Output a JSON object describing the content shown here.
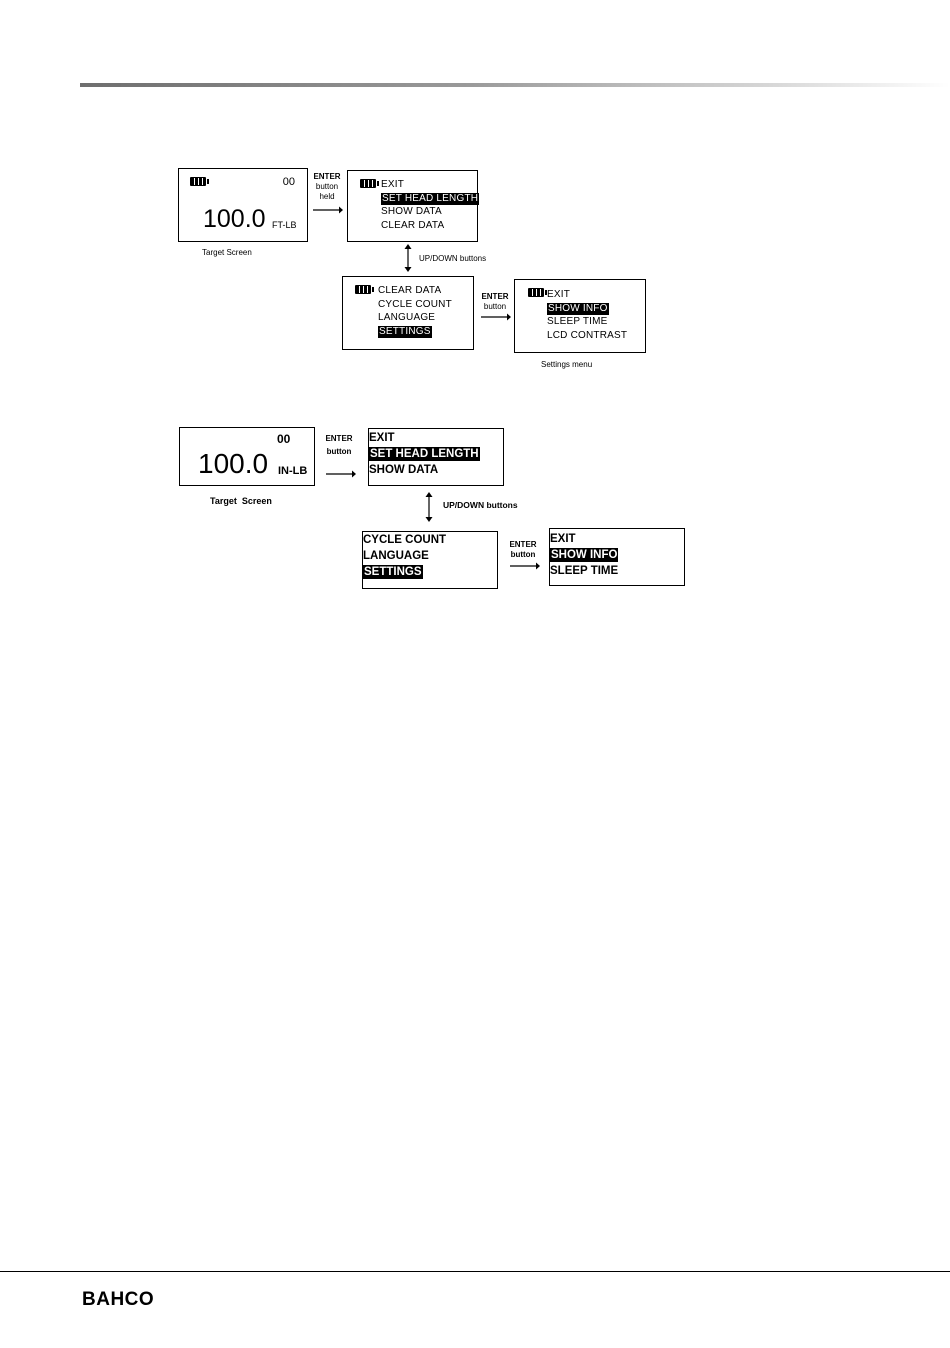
{
  "diagram1": {
    "target": {
      "battery": "battery-icon",
      "count": "00",
      "value": "100.0",
      "unit": "FT-LB",
      "caption": "Target Screen"
    },
    "arrow1": {
      "line1": "ENTER",
      "line2": "button",
      "line3": "held"
    },
    "menu_a": {
      "items": [
        "EXIT",
        "SET HEAD LENGTH",
        "SHOW DATA",
        "CLEAR DATA"
      ],
      "selected": "SET HEAD LENGTH"
    },
    "updown": {
      "label": "UP/DOWN buttons"
    },
    "menu_b": {
      "items": [
        "CLEAR DATA",
        "CYCLE COUNT",
        "LANGUAGE",
        "SETTINGS"
      ],
      "selected": "SETTINGS"
    },
    "arrow2": {
      "line1": "ENTER",
      "line2": "button"
    },
    "menu_c": {
      "items": [
        "EXIT",
        "SHOW INFO",
        "SLEEP TIME",
        "LCD CONTRAST"
      ],
      "selected": "SHOW INFO",
      "caption": "Settings menu"
    }
  },
  "diagram2": {
    "target": {
      "count": "00",
      "value": "100.0",
      "unit": "IN-LB",
      "caption": "Target  Screen"
    },
    "arrow1": {
      "line1": "ENTER",
      "line2": "button"
    },
    "menu_a": {
      "items": [
        "EXIT",
        "SET HEAD LENGTH",
        "SHOW DATA"
      ],
      "selected": "SET HEAD LENGTH"
    },
    "updown": {
      "label": "UP/DOWN buttons"
    },
    "menu_b": {
      "items": [
        "CYCLE COUNT",
        "LANGUAGE",
        "SETTINGS"
      ],
      "selected": "SETTINGS"
    },
    "arrow2": {
      "line1": "ENTER",
      "line2": "button"
    },
    "menu_c": {
      "items": [
        "EXIT",
        "SHOW INFO",
        "SLEEP TIME"
      ],
      "selected": "SHOW INFO"
    }
  },
  "footer": {
    "brand": "BAHCO"
  }
}
